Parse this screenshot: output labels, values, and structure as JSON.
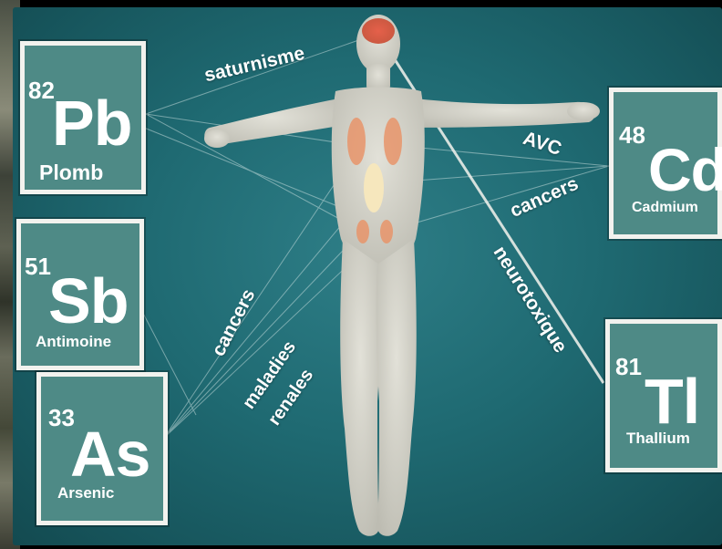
{
  "elements": {
    "pb": {
      "number": "82",
      "symbol": "Pb",
      "name": "Plomb"
    },
    "sb": {
      "number": "51",
      "symbol": "Sb",
      "name": "Antimoine"
    },
    "as": {
      "number": "33",
      "symbol": "As",
      "name": "Arsenic"
    },
    "cd": {
      "number": "48",
      "symbol": "Cd",
      "name": "Cadmium"
    },
    "tl": {
      "number": "81",
      "symbol": "Tl",
      "name": "Thallium"
    }
  },
  "effects": {
    "saturnisme": "saturnisme",
    "avc": "AVC",
    "cancers_right": "cancers",
    "neurotoxique": "neurotoxique",
    "cancers_left": "cancers",
    "maladies": "maladies",
    "renales": "renales"
  },
  "colors": {
    "background": "#1f6a72",
    "card": "#4e8a86",
    "card_border": "#f2f2ee",
    "body": "#d6d5cc",
    "organ": "#e8946a",
    "brain": "#d9553f"
  }
}
